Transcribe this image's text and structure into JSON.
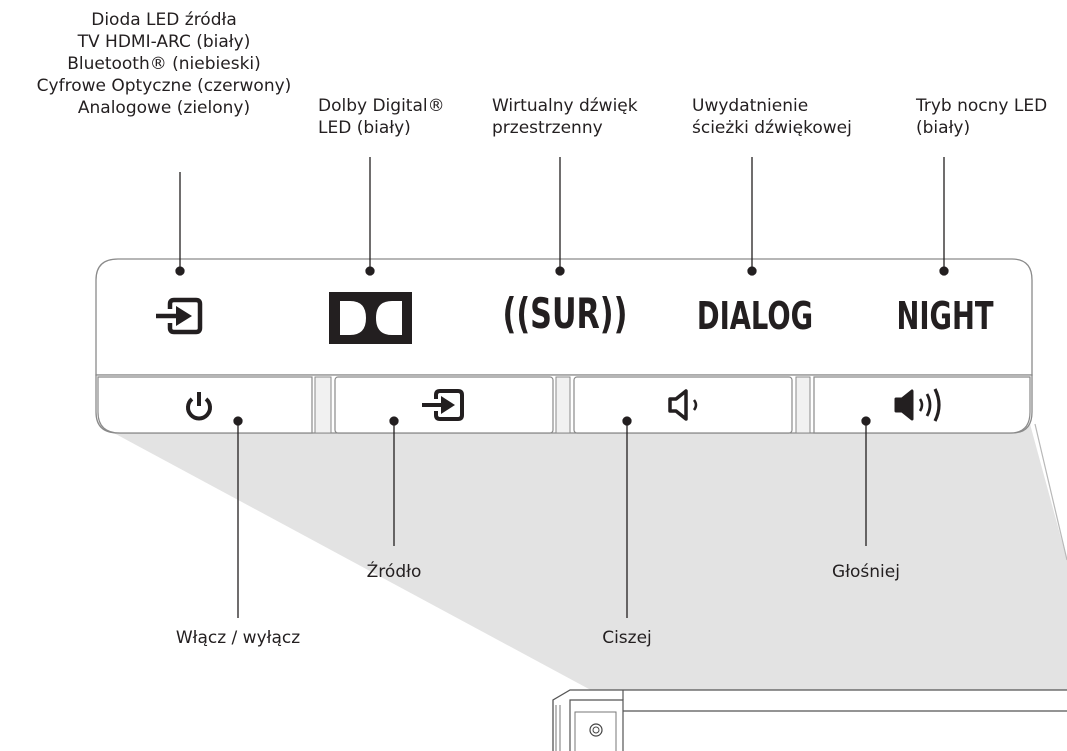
{
  "labels": {
    "source_led": "Dioda LED źródła\nTV HDMI-ARC (biały)\nBluetooth® (niebieski)\nCyfrowe Optyczne (czerwony)\nAnalogowe (zielony)",
    "dolby_led": "Dolby Digital®\nLED (biały)",
    "surround": "Wirtualny dźwięk\nprzestrzenny",
    "dialog": "Uwydatnienie\nścieżki dźwiękowej",
    "night": "Tryb nocny LED\n(biały)",
    "source_button": "Źródło",
    "louder": "Głośniej",
    "power": "Włącz / wyłącz",
    "quieter": "Ciszej"
  },
  "indicators": {
    "sur": "((SUR))",
    "dialog": "DIALOG",
    "night": "NIGHT"
  },
  "icons": {
    "source_indicator": "input-arrow-icon",
    "dolby": "dolby-double-d-icon",
    "power": "power-icon",
    "source_button": "input-arrow-icon",
    "volume_down": "speaker-low-icon",
    "volume_up": "speaker-high-icon"
  },
  "colors": {
    "line": "#231f20",
    "panel_stroke": "#8a8a8a",
    "shadow": "#e2e2e2"
  }
}
